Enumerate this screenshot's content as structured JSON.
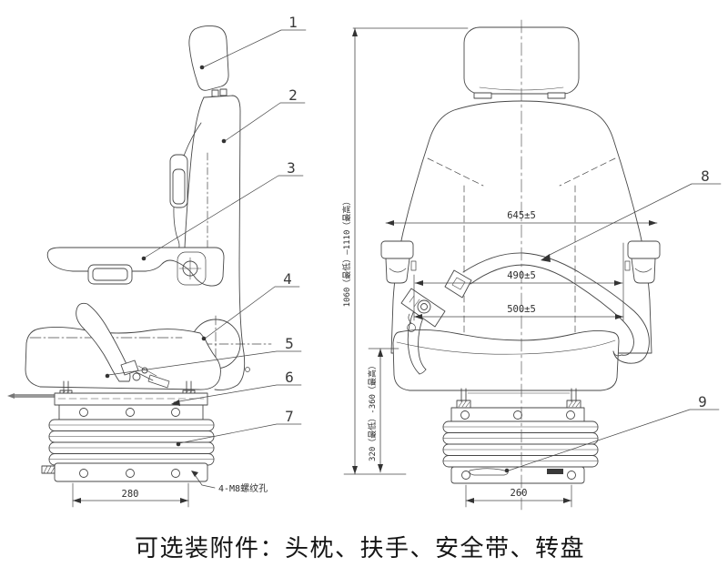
{
  "caption": "可选装附件：头枕、扶手、安全带、转盘",
  "drawing": {
    "callouts": {
      "c1": "1",
      "c2": "2",
      "c3": "3",
      "c4": "4",
      "c5": "5",
      "c6": "6",
      "c7": "7",
      "c8": "8",
      "c9": "9"
    },
    "dimensions": {
      "backrest_width": "645±5",
      "armrest_span": "490±5",
      "cushion_width": "500±5",
      "side_base_width": "280",
      "front_base_width": "260",
      "overall_height_range": "1060（最低）—1110（最高）",
      "suspension_height_range": "320（最低）-360（最高）",
      "mount_hole_note": "4-M8螺纹孔"
    }
  }
}
